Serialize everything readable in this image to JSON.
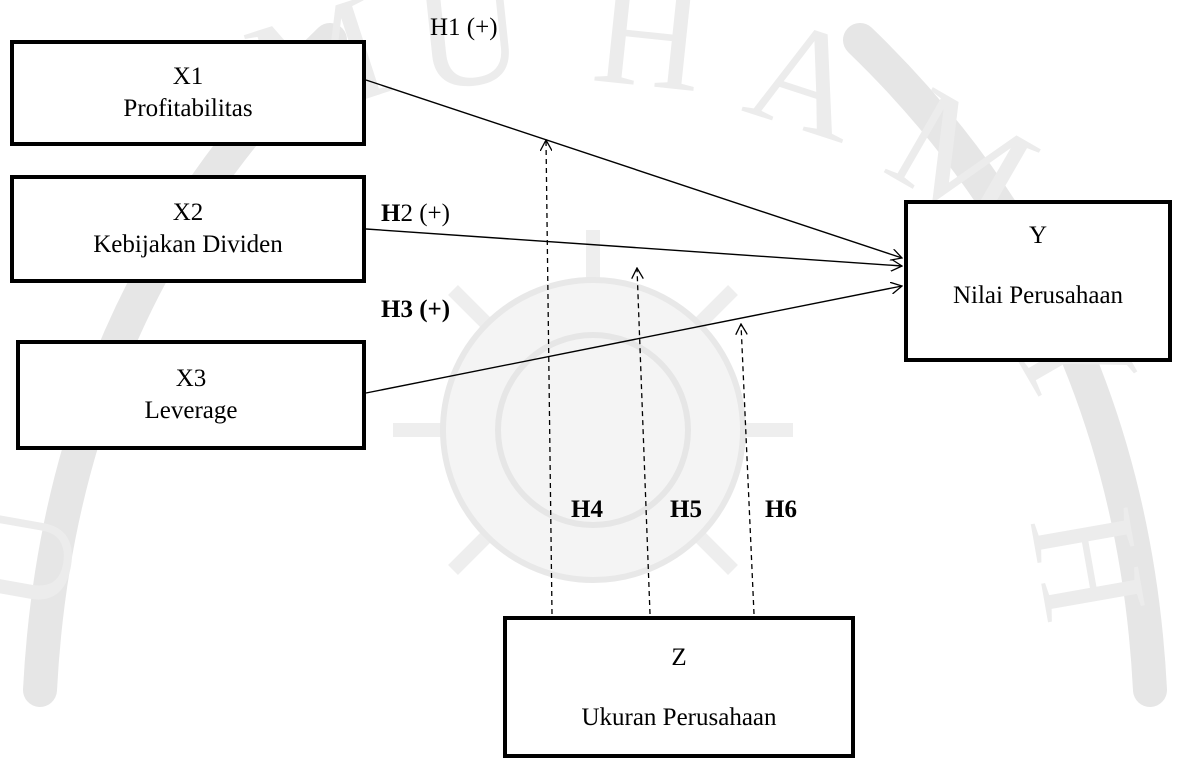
{
  "nodes": {
    "x1": {
      "code": "X1",
      "name": "Profitabilitas"
    },
    "x2": {
      "code": "X2",
      "name": "Kebijakan Dividen"
    },
    "x3": {
      "code": "X3",
      "name": "Leverage"
    },
    "y": {
      "code": "Y",
      "name": "Nilai Perusahaan"
    },
    "z": {
      "code": "Z",
      "name": "Ukuran Perusahaan"
    }
  },
  "hypotheses": {
    "h1": {
      "label": "H1 (+)"
    },
    "h2": {
      "code": "H",
      "rest": "2 (+)"
    },
    "h3": {
      "label": "H3 (+)"
    },
    "h4": {
      "label": "H4"
    },
    "h5": {
      "label": "H5"
    },
    "h6": {
      "label": "H6"
    }
  },
  "watermark": {
    "lettering": "UNIVERSITAS MUHAMMADIYAH MALANG"
  }
}
